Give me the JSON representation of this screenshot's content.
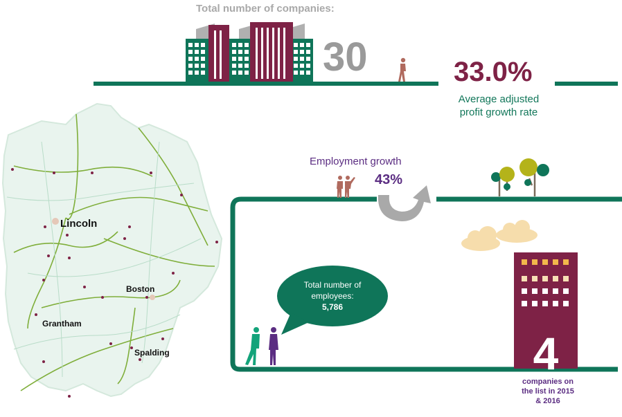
{
  "header": {
    "total_companies_label": "Total number of companies:",
    "total_companies_value": "30"
  },
  "profit": {
    "value": "33.0%",
    "label_line1": "Average adjusted",
    "label_line2": "profit growth rate"
  },
  "employment": {
    "growth_label": "Employment growth",
    "growth_value": "43%"
  },
  "employees": {
    "label_line1": "Total number of",
    "label_line2": "employees:",
    "value": "5,786"
  },
  "repeat_companies": {
    "value": "4",
    "label_line1": "companies on",
    "label_line2": "the list in 2015",
    "label_line3": "& 2016"
  },
  "map": {
    "cities": [
      "Lincoln",
      "Boston",
      "Grantham",
      "Spalding"
    ]
  },
  "colors": {
    "green": "#0f7559",
    "maroon": "#7e2246",
    "purple": "#5b2d82",
    "grey": "#9a9a9a",
    "arrow_grey": "#a9a9a9",
    "cloud": "#f6dca8"
  }
}
